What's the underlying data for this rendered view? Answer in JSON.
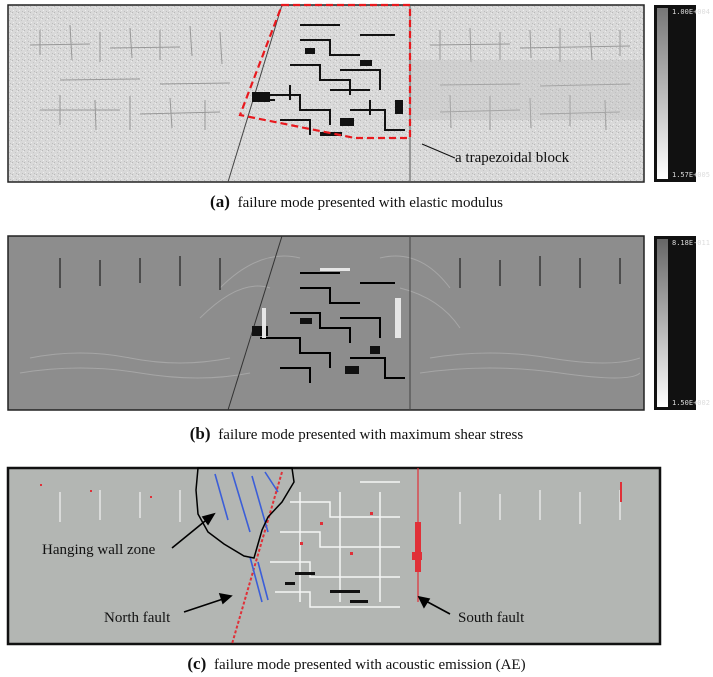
{
  "panel_a": {
    "letter": "(a)",
    "caption": "failure mode presented with elastic modulus",
    "colorbar_top": "1.00E+004",
    "colorbar_bottom": "1.57E+005",
    "annotation": "a trapezoidal block"
  },
  "panel_b": {
    "letter": "(b)",
    "caption": "failure mode presented with maximum shear stress",
    "colorbar_top": "8.18E-011",
    "colorbar_bottom": "1.50E+002"
  },
  "panel_c": {
    "letter": "(c)",
    "caption": "failure mode presented with acoustic emission (AE)",
    "annotation_hanging": "Hanging wall zone",
    "annotation_north": "North fault",
    "annotation_south": "South fault"
  }
}
